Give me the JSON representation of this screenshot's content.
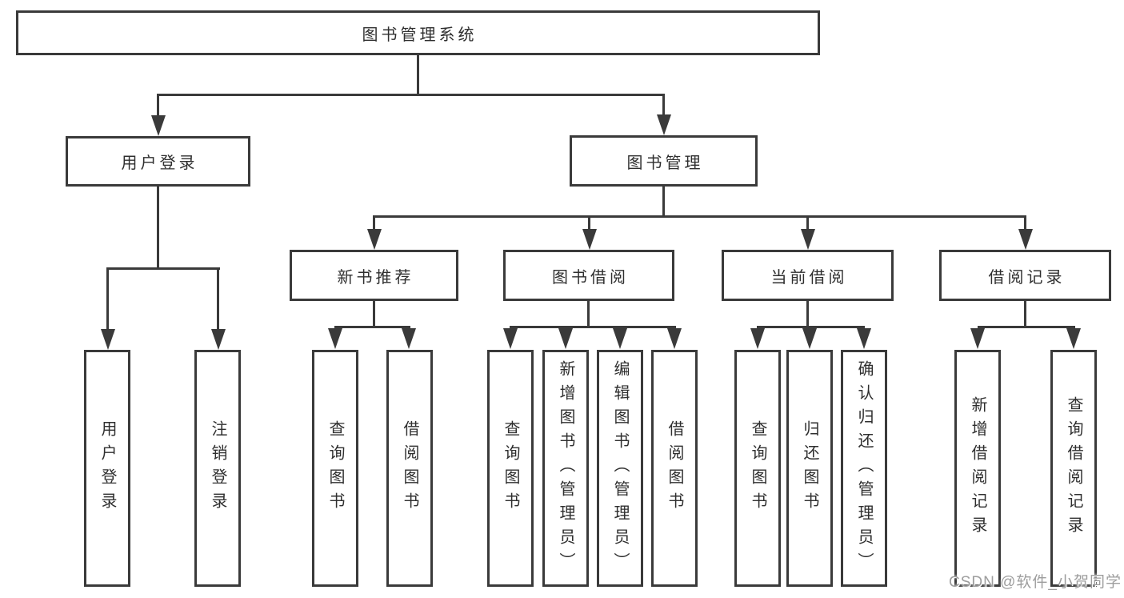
{
  "tree": {
    "label": "图书管理系统",
    "children": [
      {
        "label": "用户登录",
        "children": [
          {
            "label": "用户登录"
          },
          {
            "label": "注销登录"
          }
        ]
      },
      {
        "label": "图书管理",
        "children": [
          {
            "label": "新书推荐",
            "children": [
              {
                "label": "查询图书"
              },
              {
                "label": "借阅图书"
              }
            ]
          },
          {
            "label": "图书借阅",
            "children": [
              {
                "label": "查询图书"
              },
              {
                "label": "新增图书（管理员）"
              },
              {
                "label": "编辑图书（管理员）"
              },
              {
                "label": "借阅图书"
              }
            ]
          },
          {
            "label": "当前借阅",
            "children": [
              {
                "label": "查询图书"
              },
              {
                "label": "归还图书"
              },
              {
                "label": "确认归还（管理员）"
              }
            ]
          },
          {
            "label": "借阅记录",
            "children": [
              {
                "label": "新增借阅记录"
              },
              {
                "label": "查询借阅记录"
              }
            ]
          }
        ]
      }
    ]
  },
  "watermark": {
    "text": "CSDN @软件_小贺同学"
  },
  "colors": {
    "line": "#3a3a3a",
    "text": "#2f2f2f",
    "background": "#ffffff",
    "watermark_gray": "#9d9d9d"
  }
}
